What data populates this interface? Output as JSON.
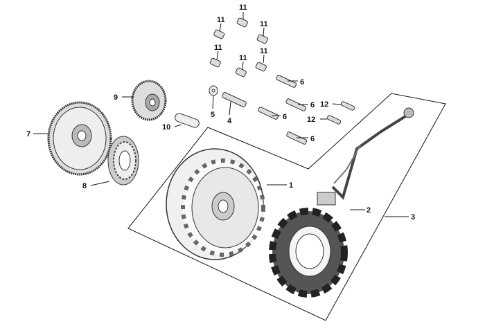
{
  "diagram": {
    "labels": {
      "p1": "1",
      "p2": "2",
      "p3": "3",
      "p4": "4",
      "p5": "5",
      "p6": "6",
      "p7": "7",
      "p8": "8",
      "p9": "9",
      "p10": "10",
      "p11": "11",
      "p12": "12"
    },
    "colors": {
      "line": "#111111",
      "part_fill": "#e6e6e6",
      "part_dark": "#555555"
    }
  }
}
